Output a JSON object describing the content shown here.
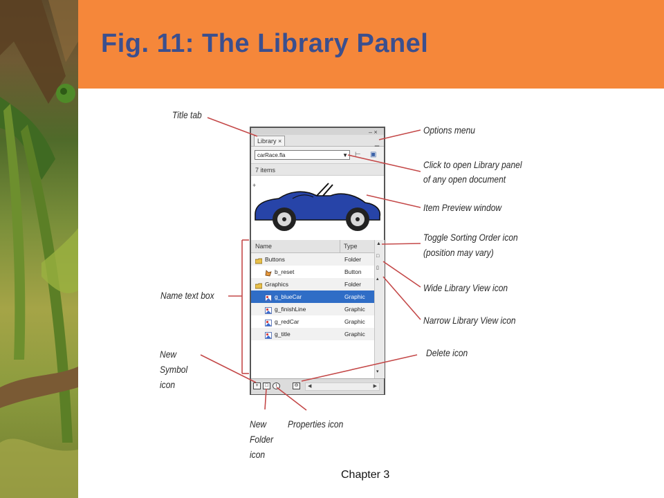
{
  "slide": {
    "title": "Fig. 11: The Library Panel",
    "footer": "Chapter 3",
    "header_color": "#f5873a",
    "title_color": "#3b4f8e"
  },
  "panel": {
    "window_controls": "– ×",
    "options_icon": "options-menu-icon",
    "tab_label": "Library",
    "tab_close": "×",
    "document_select": "carRace.fla",
    "item_count": "7 items",
    "columns": {
      "name": "Name",
      "type": "Type"
    },
    "items": [
      {
        "name": "Buttons",
        "type": "Folder",
        "icon": "folder-icon",
        "indent": 0,
        "selected": false
      },
      {
        "name": "b_reset",
        "type": "Button",
        "icon": "button-symbol-icon",
        "indent": 1,
        "selected": false
      },
      {
        "name": "Graphics",
        "type": "Folder",
        "icon": "folder-icon",
        "indent": 0,
        "selected": false
      },
      {
        "name": "g_blueCar",
        "type": "Graphic",
        "icon": "graphic-symbol-icon",
        "indent": 1,
        "selected": true
      },
      {
        "name": "g_finishLine",
        "type": "Graphic",
        "icon": "graphic-symbol-icon",
        "indent": 1,
        "selected": false
      },
      {
        "name": "g_redCar",
        "type": "Graphic",
        "icon": "graphic-symbol-icon",
        "indent": 1,
        "selected": false
      },
      {
        "name": "g_title",
        "type": "Graphic",
        "icon": "graphic-symbol-icon",
        "indent": 1,
        "selected": false
      }
    ],
    "selection_color": "#2f6dc6",
    "preview_car_color": "#2744a8"
  },
  "annotations": {
    "title_tab": "Title tab",
    "options_menu": "Options menu",
    "open_library_line1": "Click to open Library panel",
    "open_library_line2": "of any open document",
    "item_preview": "Item Preview window",
    "toggle_sort_line1": "Toggle Sorting Order icon",
    "toggle_sort_line2": "(position may vary)",
    "wide_view": "Wide Library View icon",
    "narrow_view": "Narrow Library View icon",
    "name_text_box": "Name text box",
    "new_symbol_line1": "New",
    "new_symbol_line2": "Symbol",
    "new_symbol_line3": "icon",
    "delete_icon": "Delete icon",
    "new_folder_line1": "New",
    "new_folder_line2": "Folder",
    "new_folder_line3": "icon",
    "properties_icon": "Properties icon"
  }
}
